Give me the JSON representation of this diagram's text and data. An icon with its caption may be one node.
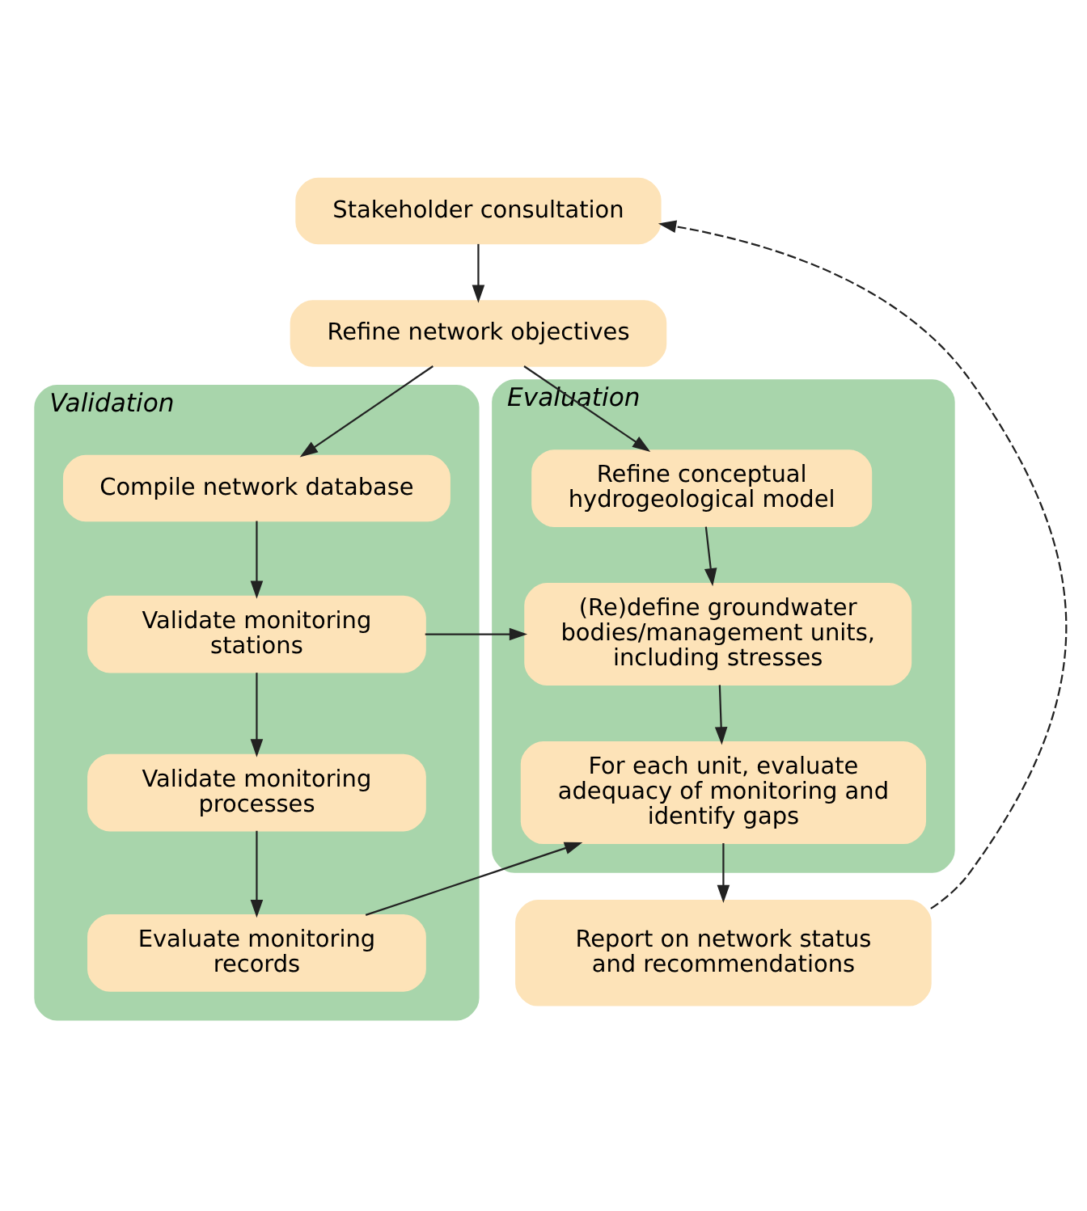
{
  "diagram": {
    "nodes": [
      {
        "text": [
          "Stakeholder consultation"
        ]
      },
      {
        "text": [
          "Refine network objectives"
        ]
      },
      {
        "text": [
          "Validation"
        ]
      },
      {
        "text": [
          "Compile network database"
        ],
        "in": 2
      },
      {
        "text": [
          "Validate monitoring stations"
        ],
        "in": 2
      },
      {
        "text": [
          "Validate monitoring processes"
        ],
        "in": 2
      },
      {
        "text": [
          "Evaluate monitoring records"
        ],
        "in": 2
      },
      {
        "text": [
          "Evaluation"
        ]
      },
      {
        "text": [
          "Refine conceptual hydrogeological model"
        ],
        "in": 7
      },
      {
        "text": [
          "(Re)define groundwater bodies/management units, including stresses"
        ],
        "in": 7
      },
      {
        "text": [
          "For each unit, evaluate adequacy of monitoring and identify gaps"
        ],
        "in": 7
      },
      {
        "text": [
          "Report on network status and recommendations"
        ]
      }
    ],
    "edges": [
      {
        "from": 0,
        "to": 1,
        "arrow": "to"
      },
      {
        "from": 1,
        "to": 3,
        "arrow": "to"
      },
      {
        "from": 1,
        "to": 8,
        "arrow": "to"
      },
      {
        "from": 3,
        "to": 4,
        "arrow": "to"
      },
      {
        "from": 4,
        "to": 5,
        "arrow": "to"
      },
      {
        "from": 5,
        "to": 6,
        "arrow": "to"
      },
      {
        "from": 4,
        "to": 9,
        "arrow": "to"
      },
      {
        "from": 8,
        "to": 9,
        "arrow": "to"
      },
      {
        "from": 9,
        "to": 10,
        "arrow": "to"
      },
      {
        "from": 6,
        "to": 10,
        "arrow": "to"
      },
      {
        "from": 10,
        "to": 11,
        "arrow": "to"
      },
      {
        "from": 11,
        "to": 0,
        "arrow": "to",
        "style": "dashed"
      }
    ]
  }
}
